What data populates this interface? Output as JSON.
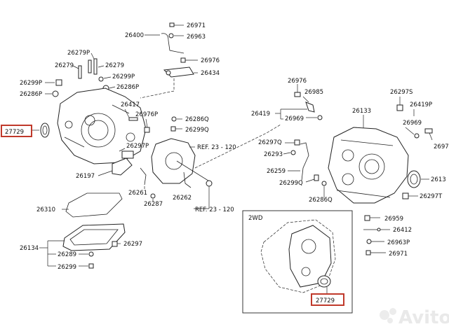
{
  "parts": {
    "p26971_top": "26971",
    "p26400": "26400",
    "p26963_top": "26963",
    "p26976_top": "26976",
    "p26434": "26434",
    "p26279P": "26279P",
    "p26279_a": "26279",
    "p26279_b": "26279",
    "p26299P_a": "26299P",
    "p26299P_b": "26299P",
    "p26286P_a": "26286P",
    "p26286P_b": "26286P",
    "p26417": "26417",
    "p26976P": "26976P",
    "p26286Q_a": "26286Q",
    "p26299Q_a": "26299Q",
    "ref_a": "REF. 23 - 120",
    "ref_b": "REF. 23 - 120",
    "p26297P": "26297P",
    "p26197": "26197",
    "p26261": "26261",
    "p26262": "26262",
    "p26287": "26287",
    "p26310": "26310",
    "p26134_a": "26134",
    "p26289": "26289",
    "p26299_a": "26299",
    "p26297_a": "26297",
    "p26976_r": "26976",
    "p26985": "26985",
    "p26419": "26419",
    "p26969_a": "26969",
    "p26133": "26133",
    "p26297S": "26297S",
    "p26419P": "26419P",
    "p26969_b": "26969",
    "p2697_cut": "2697",
    "p26297Q": "26297Q",
    "p26293": "26293",
    "p26259": "26259",
    "p26299Q_b": "26299Q",
    "p26286Q_b": "26286Q",
    "p26136_cut": "2613",
    "p26297T": "26297T",
    "p26959": "26959",
    "p26412": "26412",
    "p26963P": "26963P",
    "p26971_bot": "26971",
    "label_2wd": "2WD"
  },
  "highlights": {
    "left_27729": "27729",
    "right_27729": "27729"
  },
  "watermark": "Avito",
  "colors": {
    "highlight": "#c0392b",
    "line": "#222222"
  }
}
